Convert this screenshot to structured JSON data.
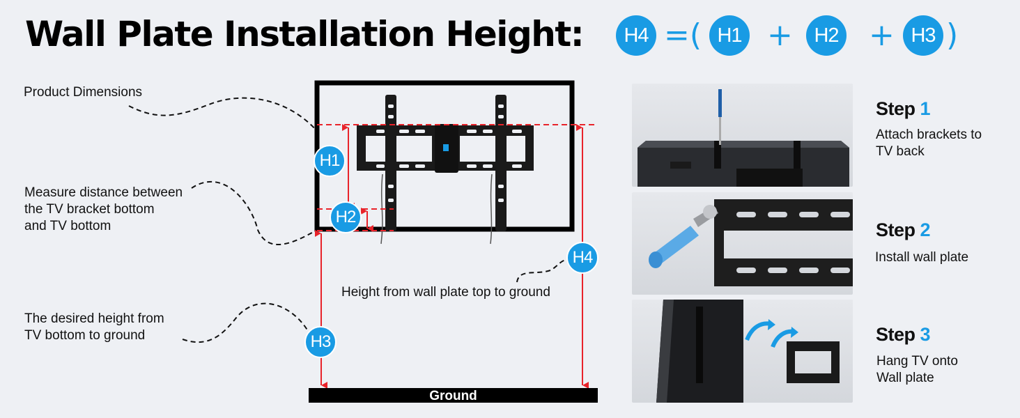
{
  "header": {
    "title": "Wall Plate Installation Height:",
    "formula": {
      "result": "H4",
      "equals_open": "=(",
      "term1": "H1",
      "plus1": "+",
      "term2": "H2",
      "plus2": "+",
      "term3": "H3",
      "close": ")"
    }
  },
  "diagram": {
    "labels": {
      "product_dimensions": "Product Dimensions",
      "measure_distance": [
        "Measure distance between",
        "the TV bracket bottom",
        "and TV bottom"
      ],
      "desired_height": [
        "The desired height from",
        "TV bottom to ground"
      ],
      "wall_plate_height": "Height from wall plate top to ground"
    },
    "badges": {
      "h1": "H1",
      "h2": "H2",
      "h3": "H3",
      "h4": "H4"
    },
    "ground_label": "Ground"
  },
  "steps": [
    {
      "title": "Step",
      "number": "1",
      "description": [
        "Attach brackets to",
        "TV back"
      ]
    },
    {
      "title": "Step",
      "number": "2",
      "description": [
        "Install wall plate"
      ]
    },
    {
      "title": "Step",
      "number": "3",
      "description": [
        "Hang TV onto",
        "Wall plate"
      ]
    }
  ],
  "colors": {
    "accent": "#199be4",
    "dimension_line": "#e8232a",
    "background": "#eef0f4",
    "text": "#111111"
  }
}
